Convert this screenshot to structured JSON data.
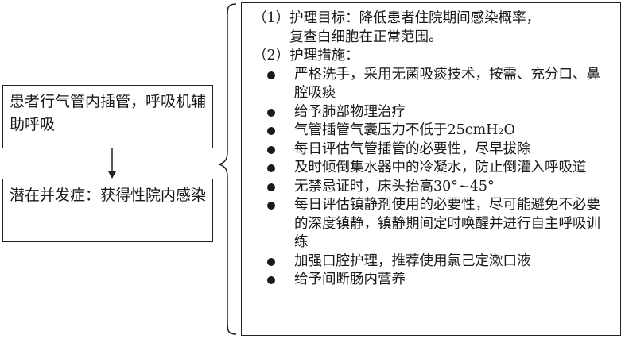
{
  "node_a": {
    "text": "患者行气管内插管，呼吸机辅助呼吸"
  },
  "node_b": {
    "text": "潜在并发症：获得性院内感染"
  },
  "goal": {
    "heading": "（1）护理目标：降低患者住院期间感染概率，",
    "continuation": "复查白细胞在正常范围。"
  },
  "measures": {
    "heading": "（2）护理措施：",
    "items": [
      "严格洗手，采用无菌吸痰技术，按需、充分口、鼻腔吸痰",
      "给予肺部物理治疗",
      "气管插管气囊压力不低于25cmH₂O",
      "每日评估气管插管的必要性，尽早拔除",
      "及时倾倒集水器中的冷凝水，防止倒灌入呼吸道",
      "无禁忌证时，床头抬高30°~45°",
      "每日评估镇静剂使用的必要性，尽可能避免不必要的深度镇静，镇静期间定时唤醒并进行自主呼吸训练",
      "加强口腔护理，推荐使用氯己定漱口液",
      "给予间断肠内营养"
    ]
  }
}
